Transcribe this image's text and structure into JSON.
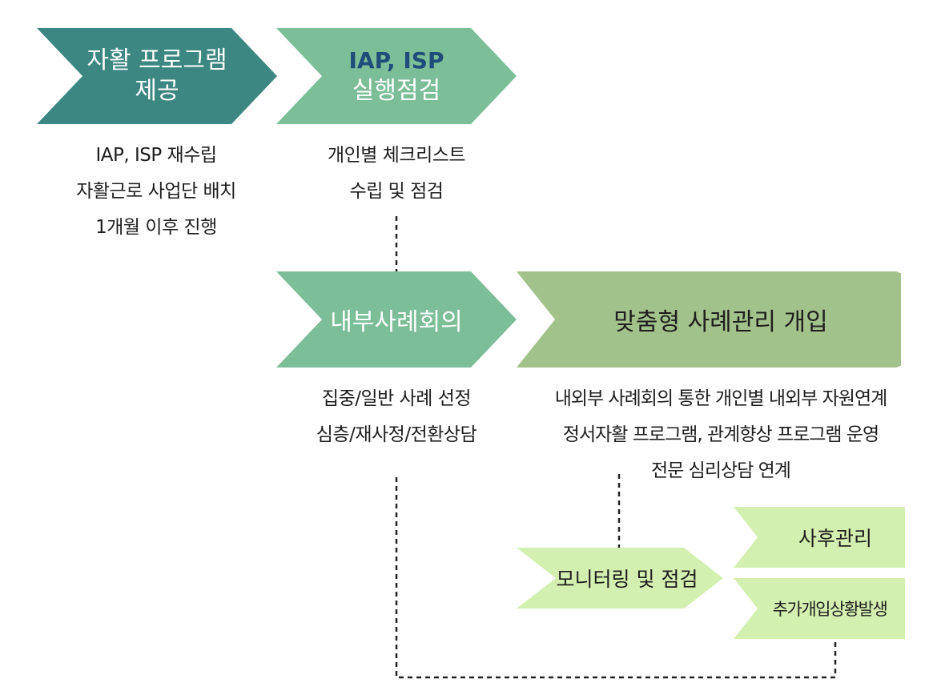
{
  "steps": {
    "program": {
      "lines": [
        "자활 프로그램",
        "제공"
      ]
    },
    "check": {
      "lines": [
        "IAP, ISP",
        "실행점검"
      ]
    },
    "internal_case_meeting": {
      "lines": [
        "내부사례회의"
      ]
    },
    "custom_intervention": {
      "lines": [
        "맞춤형 사례관리 개입"
      ]
    },
    "monitoring": {
      "lines": [
        "모니터링 및 점검"
      ]
    },
    "aftercare": {
      "lines": [
        "사후관리"
      ]
    },
    "additional_intervention": {
      "lines": [
        "추가개입상황발생"
      ]
    }
  },
  "descriptions": {
    "program": [
      "IAP, ISP 재수립",
      "자활근로 사업단 배치",
      "1개월 이후 진행"
    ],
    "check": [
      "개인별 체크리스트",
      "수립 및 점검"
    ],
    "internal_case_meeting": [
      "집중/일반 사례 선정",
      "심층/재사정/전환상담"
    ],
    "custom_intervention": [
      "내외부 사례회의 통한 개인별 내외부 자원연계",
      "정서자활 프로그램, 관계향상 프로그램 운영",
      "전문 심리상담 연계"
    ]
  },
  "colors": {
    "dark_teal": "#3d8782",
    "mint": "#7cbe98",
    "olive_green": "#a1c28a",
    "light_green": "#d4f0b0",
    "title_blue": "#1f4d7a",
    "connector": "#222222"
  }
}
